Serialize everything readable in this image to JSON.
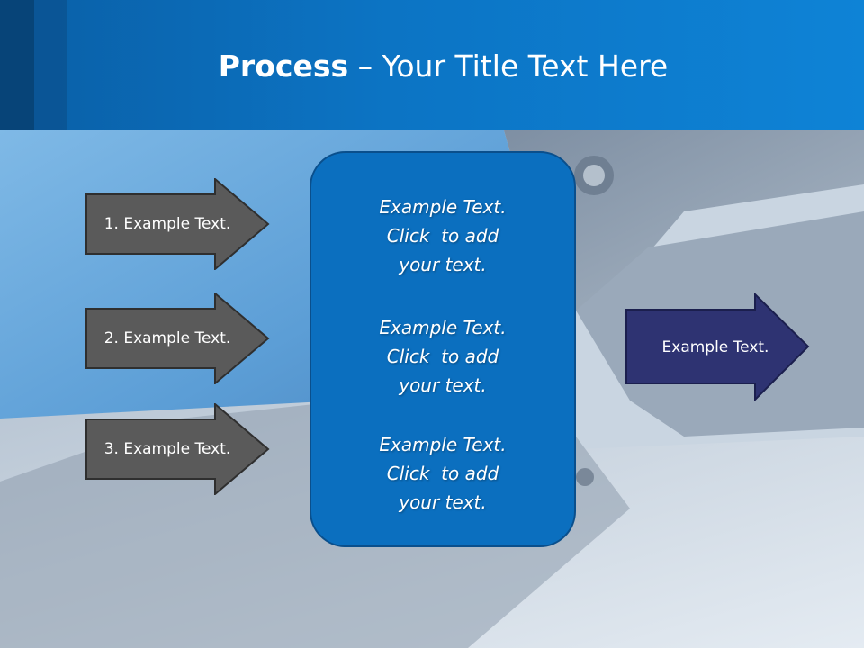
{
  "slide": {
    "title_bold": "Process",
    "title_rest": " – Your Title Text Here"
  },
  "inputs": [
    {
      "label": "1. Example Text."
    },
    {
      "label": "2. Example Text."
    },
    {
      "label": "3. Example Text."
    }
  ],
  "center_box": {
    "blocks": [
      {
        "line1": "Example Text.",
        "line2": "Click  to add",
        "line3": "your text."
      },
      {
        "line1": "Example Text.",
        "line2": "Click  to add",
        "line3": "your text."
      },
      {
        "line1": "Example Text.",
        "line2": "Click  to add",
        "line3": "your text."
      }
    ]
  },
  "output": {
    "label": "Example Text."
  },
  "colors": {
    "header": "#0c74c4",
    "input_arrow_fill": "#5a5a5a",
    "center_box_fill": "#0b6fbf",
    "output_arrow_fill": "#2e3372"
  }
}
